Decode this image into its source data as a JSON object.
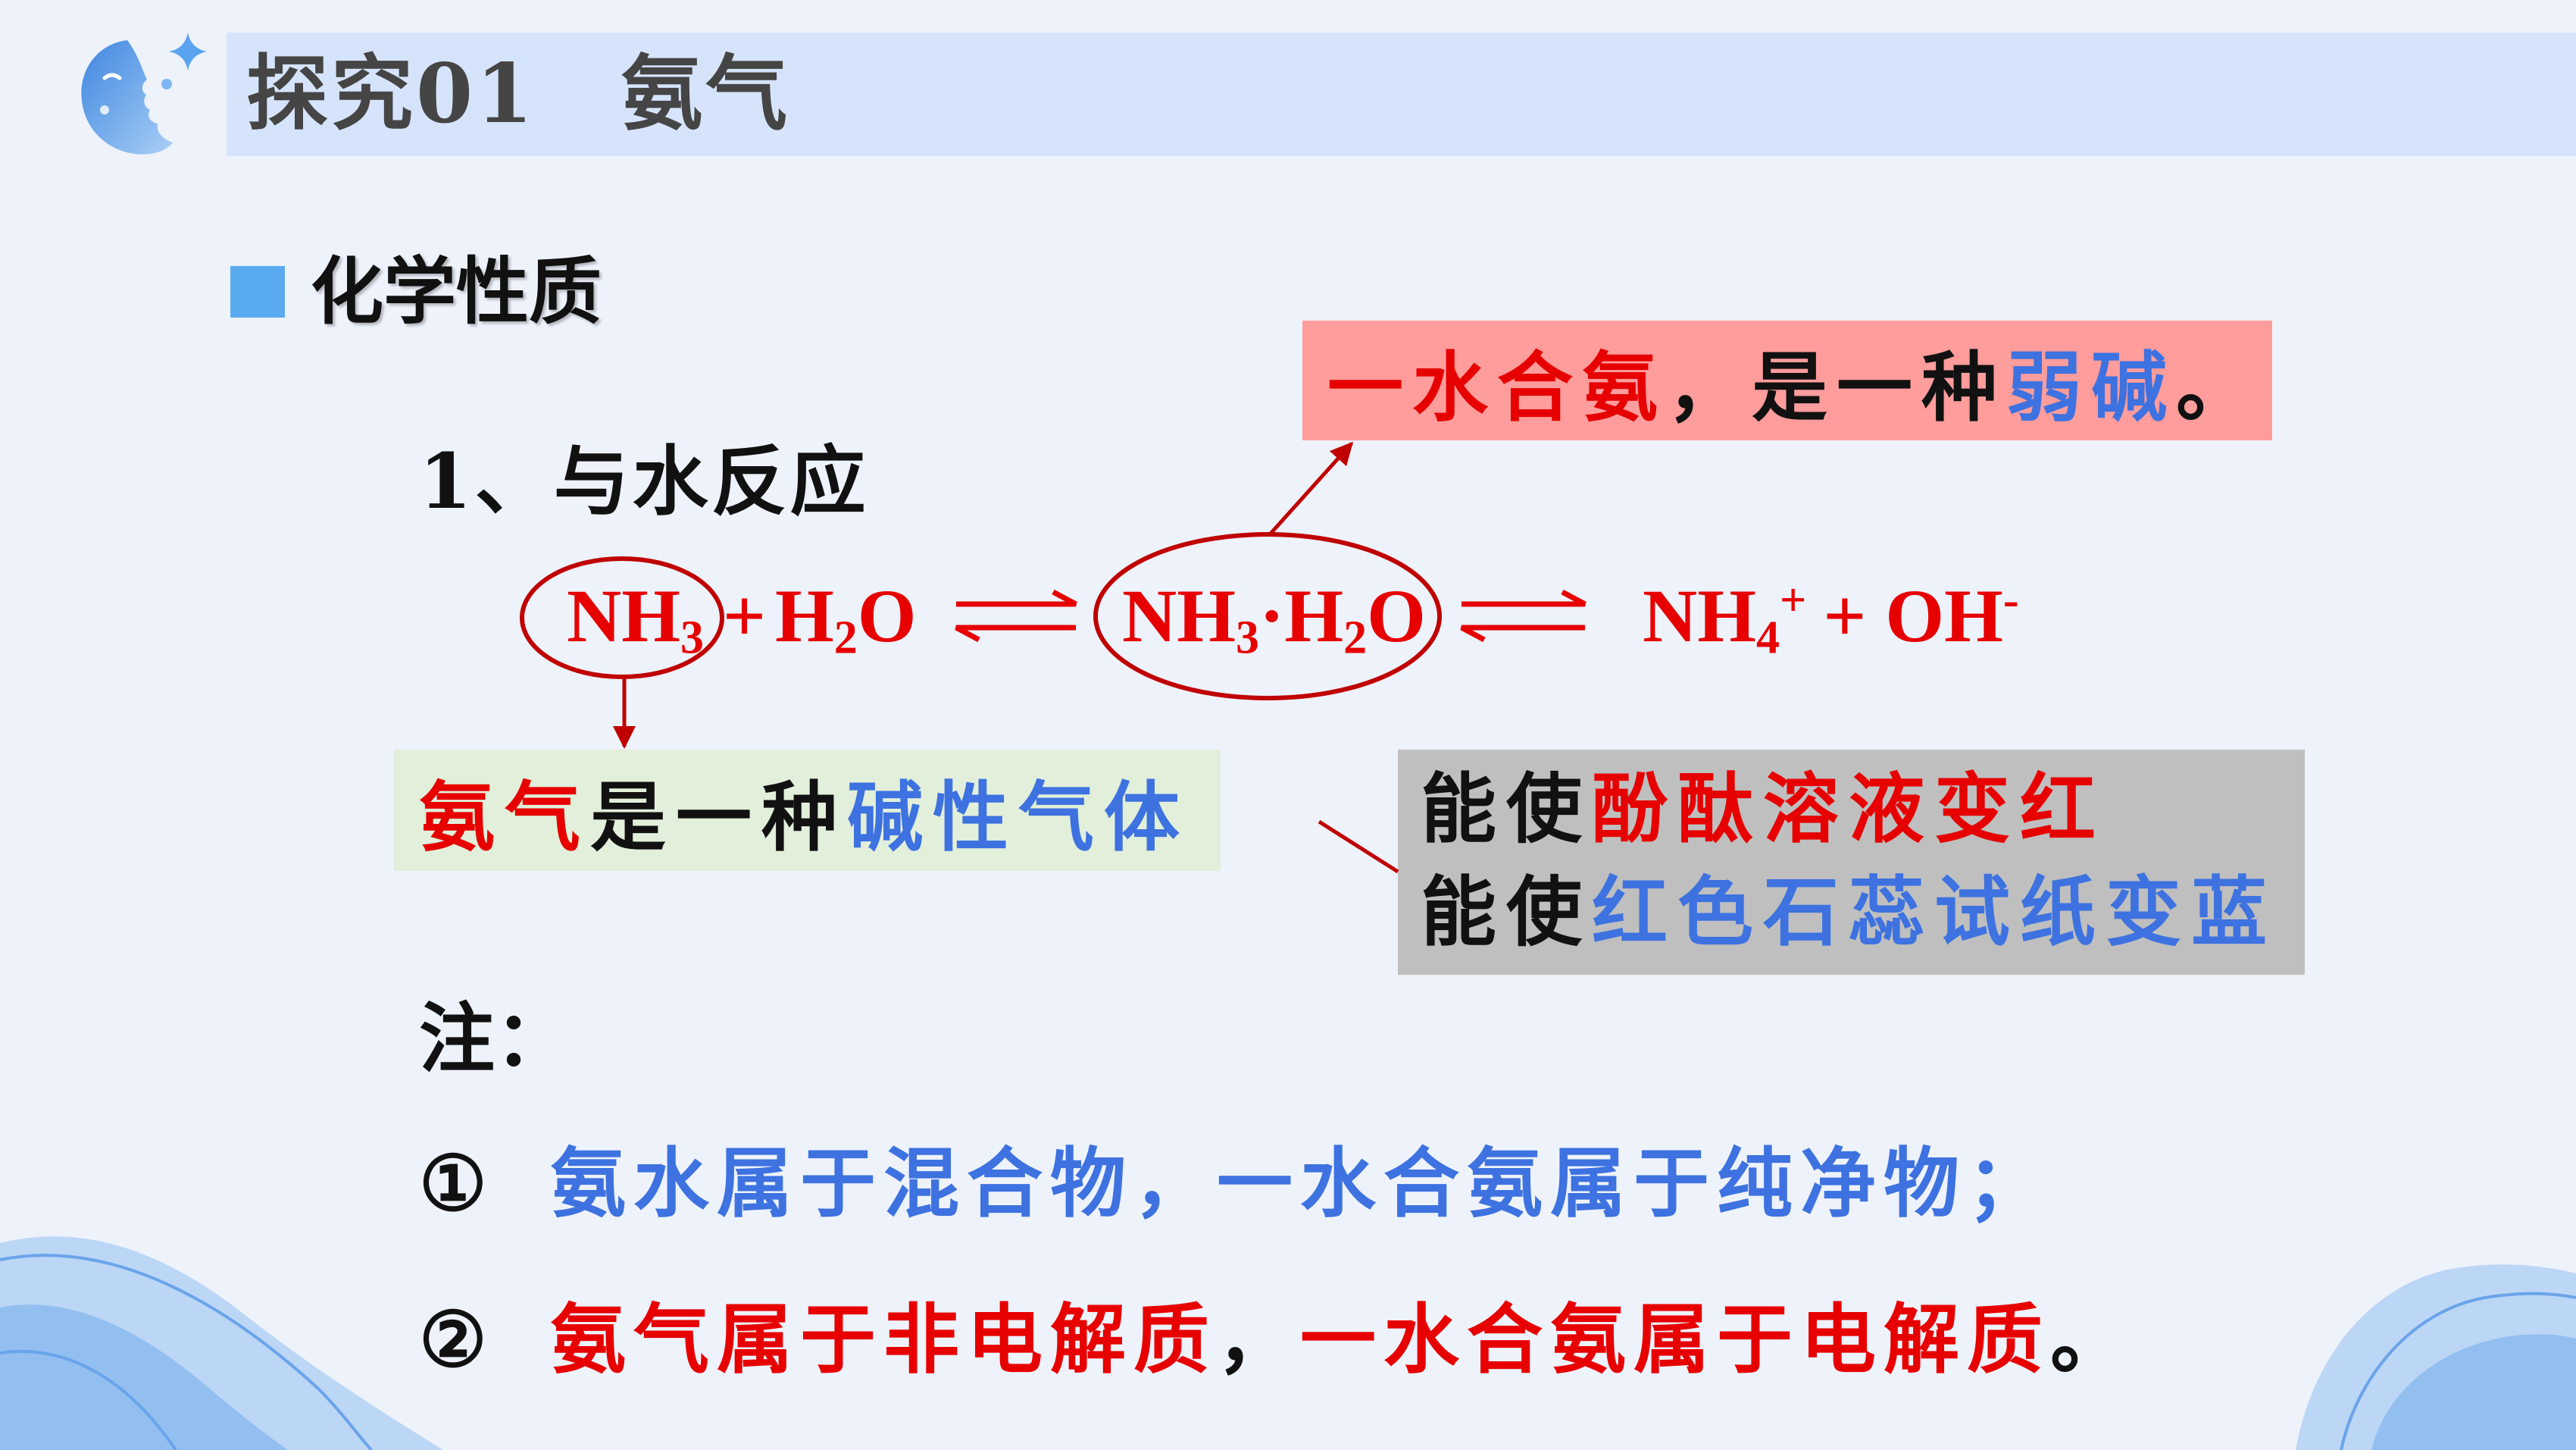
{
  "colors": {
    "page_bg": "#eef2fb",
    "header_bg": "#d6e4fb",
    "title_gray": "#454545",
    "accent": "#5aaaf0",
    "red": "#e60000",
    "blue": "#3d72e0",
    "black": "#111111",
    "callout_bg": "#ff9c9c",
    "green_bg": "#e2efda",
    "gray_bg": "#bfbfbf",
    "line_red": "#c00000",
    "deco_light": "#bcd6f6",
    "deco_mid": "#92bff0"
  },
  "icons": {
    "logo": "moon-star-logo-icon"
  },
  "header": {
    "title": "探究01　氨气"
  },
  "section": {
    "title": "化学性质"
  },
  "callout_top": {
    "segments": [
      "一水合氨",
      "，是一种",
      "弱碱",
      "。"
    ]
  },
  "subheading": "1、与水反应",
  "equation": {
    "reactant1": {
      "p1": "NH",
      "sub": "3"
    },
    "plus": "+",
    "reactant2": {
      "p1": "H",
      "sub": "2",
      "p2": "O"
    },
    "product1": {
      "p1": "NH",
      "sub1": "3",
      "p2": "·H",
      "sub2": "2",
      "p3": "O"
    },
    "product2": {
      "p1": "NH",
      "sub1": "4",
      "sup1": "+",
      "p2": "+ OH",
      "sup2": "-"
    }
  },
  "green_box": {
    "segments": [
      "氨气",
      "是一种",
      "碱性气体"
    ]
  },
  "gray_box": {
    "lines": [
      {
        "segments": [
          "能使",
          "酚酞溶液变红"
        ]
      },
      {
        "segments": [
          "能使",
          "红色石蕊试纸变蓝"
        ]
      }
    ]
  },
  "notes": {
    "label": "注：",
    "items": [
      {
        "marker": "①",
        "segments": [
          "氨水属于混合物，一水合氨属于纯净物；"
        ]
      },
      {
        "marker": "②",
        "segments": [
          "氨气属于非电解质",
          "，",
          "一水合氨属于电解质",
          "。"
        ]
      }
    ]
  }
}
